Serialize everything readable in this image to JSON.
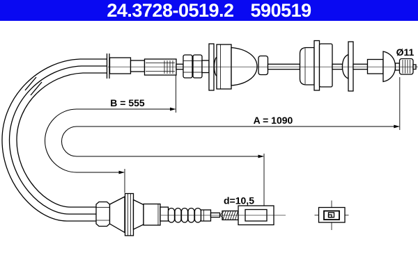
{
  "header": {
    "part_number": "24.3728-0519.2",
    "catalog_number": "590519",
    "bg_color": "#0909F2",
    "text_color": "#FFFFFF"
  },
  "diagram": {
    "type": "technical-drawing-clutch-cable",
    "line_color": "#000000",
    "background_color": "#FFFFFF",
    "labels": {
      "dim_b": "B = 555",
      "dim_a": "A = 1090",
      "dim_d": "d=10,5",
      "dim_diameter": "Ø11"
    },
    "dimensions": {
      "sheath_length_B_mm": 555,
      "total_length_A_mm": 1090,
      "end_fitting_diameter_d_mm": 10.5,
      "nipple_diameter_mm": 11
    }
  }
}
